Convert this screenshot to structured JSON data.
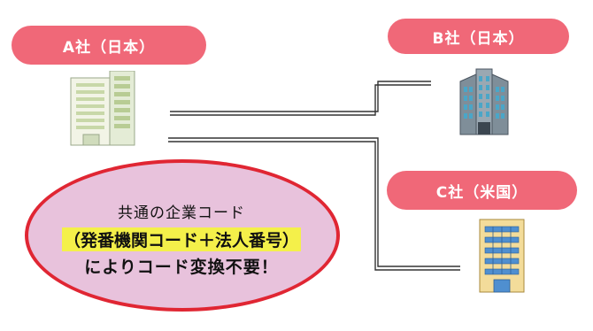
{
  "companies": {
    "a": {
      "label": "A社（日本）",
      "icon": "office-building-icon"
    },
    "b": {
      "label": "B社（日本）",
      "icon": "office-building-icon"
    },
    "c": {
      "label": "C社（米国）",
      "icon": "office-building-icon"
    }
  },
  "callout": {
    "line1": "共通の企業コード",
    "line2": "（発番機関コード＋法人番号）",
    "line3": "によりコード変換不要！"
  },
  "colors": {
    "pill": "#f06878",
    "ellipse_fill": "#e8c2dc",
    "ellipse_border": "#e02633",
    "highlight": "#f4f04a",
    "connector": "#333333"
  }
}
